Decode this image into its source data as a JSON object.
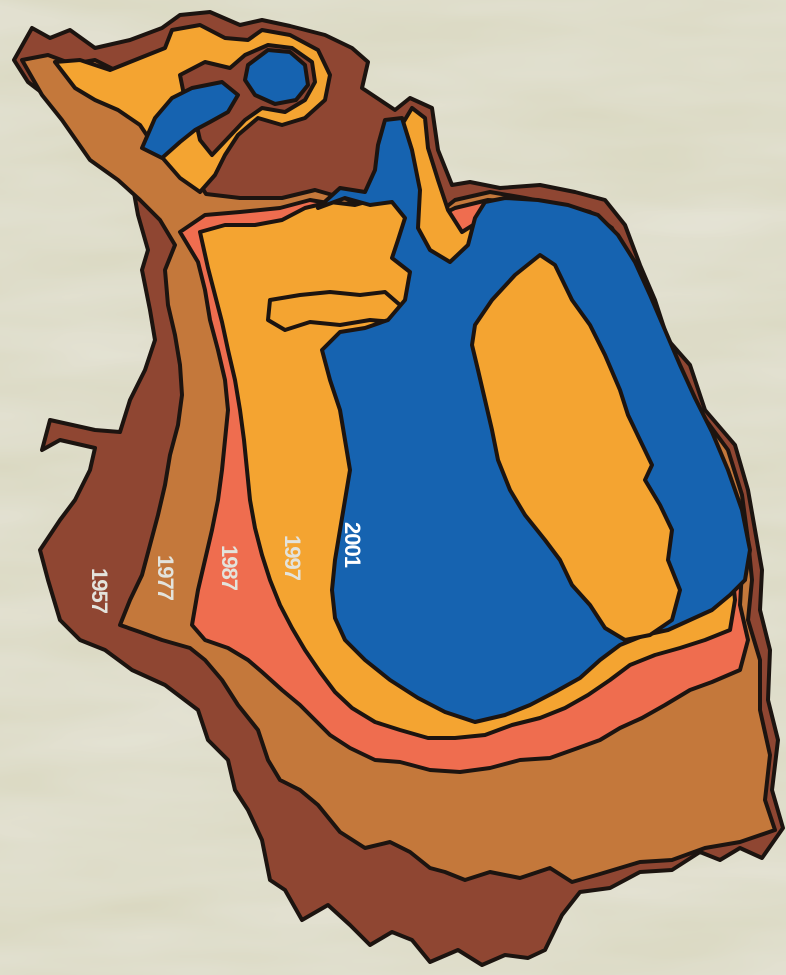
{
  "colors": {
    "background": "#d8d6bd",
    "outline": "#1c1410",
    "y1957": "#8f4632",
    "y1977": "#c4783b",
    "y1987": "#ef6d4f",
    "y1997": "#f4a431",
    "y2001": "#1663b0"
  },
  "labels": {
    "y1957": "1957",
    "y1977": "1977",
    "y1987": "1987",
    "y1997": "1997",
    "y2001": "2001"
  },
  "label_colors": {
    "y1957": "#e3e3dc",
    "y1977": "#e3e3dc",
    "y1987": "#e3e3dc",
    "y1997": "#e3e3dc",
    "y2001": "#ffffff"
  }
}
